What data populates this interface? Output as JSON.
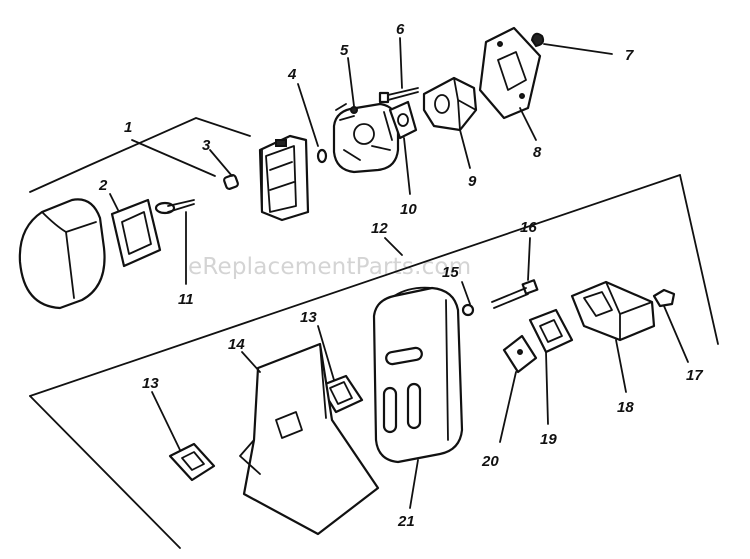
{
  "watermark": "eReplacementParts.com",
  "callouts": {
    "c1": "1",
    "c2": "2",
    "c3": "3",
    "c4": "4",
    "c5": "5",
    "c6": "6",
    "c7": "7",
    "c8": "8",
    "c9": "9",
    "c10": "10",
    "c11": "11",
    "c12": "12",
    "c13a": "13",
    "c13b": "13",
    "c14": "14",
    "c15": "15",
    "c16": "16",
    "c17": "17",
    "c18": "18",
    "c19": "19",
    "c20": "20",
    "c21": "21"
  }
}
